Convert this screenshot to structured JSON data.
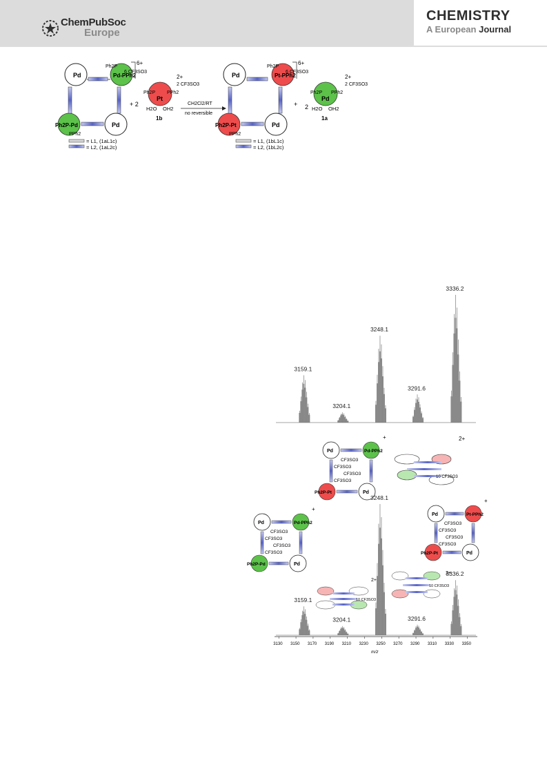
{
  "header": {
    "publisher": "ChemPubSoc",
    "publisher_sub": "Europe",
    "journal": "CHEMISTRY",
    "journal_sub_a": "A European",
    "journal_sub_b": "Journal"
  },
  "scheme": {
    "charge_6": "6+",
    "charge_2": "2+",
    "counterion_6": "6 CF3SO3",
    "counterion_2": "2 CF3SO3",
    "plus": "+ 2",
    "plus_b": "+",
    "two": "2",
    "conditions_top": "CH2Cl2/RT",
    "conditions_bottom": "no reversible",
    "label_1b": "1b",
    "label_1a": "1a",
    "legend_left_1": "= L1, (1aL1c)",
    "legend_left_2": "= L2, (1aL2c)",
    "legend_right_1": "= L1, (1bL1c)",
    "legend_right_2": "= L2, (1bL2c)",
    "pd": "Pd",
    "pt": "Pt",
    "pdpph2": "Pd-PPh2",
    "ptpph2": "Pt-PPh2",
    "ph2p_pd": "Ph2P-Pd",
    "ph2p_pt": "Ph2P-Pt",
    "ph2p": "Ph2P",
    "pph2": "PPh2",
    "h2o": "H2O",
    "oh2": "OH2"
  },
  "spectrum_top": {
    "peaks": [
      {
        "label": "3159.1",
        "x": 3159.1,
        "height": 0.37
      },
      {
        "label": "3204.1",
        "x": 3204.1,
        "height": 0.08
      },
      {
        "label": "3248.1",
        "x": 3248.1,
        "height": 0.68
      },
      {
        "label": "3291.6",
        "x": 3291.6,
        "height": 0.22
      },
      {
        "label": "3336.2",
        "x": 3336.2,
        "height": 1.0
      }
    ]
  },
  "spectrum_bottom": {
    "peaks": [
      {
        "label": "3159.1",
        "x": 3159.1,
        "height": 0.22
      },
      {
        "label": "3204.1",
        "x": 3204.1,
        "height": 0.07
      },
      {
        "label": "3248.1",
        "x": 3248.1,
        "height": 1.0
      },
      {
        "label": "3291.6",
        "x": 3291.6,
        "height": 0.08
      },
      {
        "label": "3336.2",
        "x": 3336.2,
        "height": 0.42
      }
    ],
    "x_ticks": [
      "3130",
      "3150",
      "3170",
      "3190",
      "3210",
      "3230",
      "3250",
      "3270",
      "3290",
      "3310",
      "3330",
      "3350"
    ],
    "xlabel": "m/z",
    "xlim": [
      3125,
      3360
    ]
  },
  "insets": {
    "plus": "+",
    "two_plus": "2+",
    "cf3so3": "CF3SO3",
    "ten_cf3so3": "10 CF3SO3"
  },
  "colors": {
    "pd_green": "#5cc24a",
    "pt_red": "#ee4c4c",
    "linker_blue": "#5a66c8",
    "spectrum": "#7a7a7a"
  }
}
